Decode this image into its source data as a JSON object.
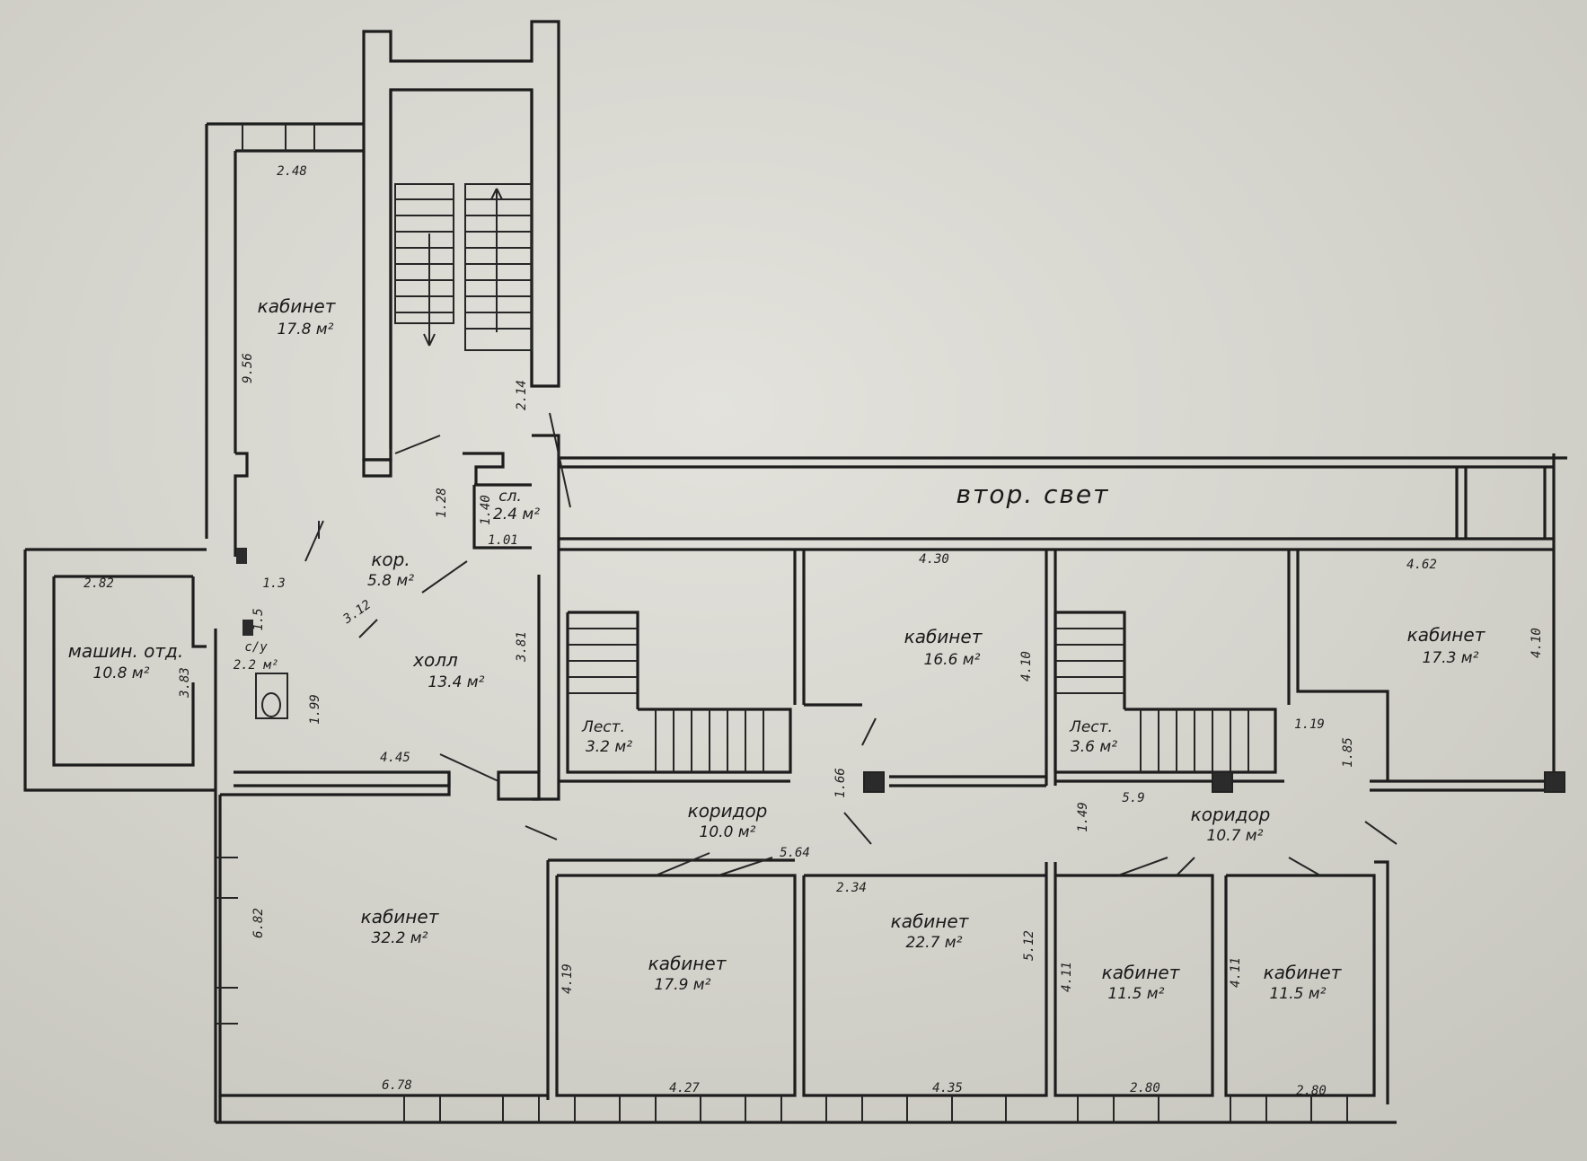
{
  "rooms": {
    "office_top": {
      "label": "кабинет",
      "area": "17.8 м²"
    },
    "storage_left": {
      "label": "машин. отд.",
      "area": "10.8 м²"
    },
    "corridor_small": {
      "label": "кор.",
      "area": "5.8 м²"
    },
    "wc_top": {
      "label": "сл.",
      "area": "2.4 м²"
    },
    "wc_small": {
      "label": "с/у",
      "area": "2.2 м²"
    },
    "hall": {
      "label": "холл",
      "area": "13.4 м²"
    },
    "second_light": {
      "label": "втор. свет"
    },
    "office_mid1": {
      "label": "кабинет",
      "area": "16.6 м²"
    },
    "office_mid2": {
      "label": "кабинет",
      "area": "17.3 м²"
    },
    "stair1": {
      "label": "Лест.",
      "area": "3.2 м²"
    },
    "stair2": {
      "label": "Лест.",
      "area": "3.6 м²"
    },
    "corridor1": {
      "label": "коридор",
      "area": "10.0 м²"
    },
    "corridor2": {
      "label": "коридор",
      "area": "10.7 м²"
    },
    "office_large": {
      "label": "кабинет",
      "area": "32.2 м²"
    },
    "office_b1": {
      "label": "кабинет",
      "area": "17.9 м²"
    },
    "office_b2": {
      "label": "кабинет",
      "area": "22.7 м²"
    },
    "office_b3": {
      "label": "кабинет",
      "area": "11.5 м²"
    },
    "office_b4": {
      "label": "кабинет",
      "area": "11.5 м²"
    }
  },
  "dimensions": {
    "d248": "2.48",
    "d956": "9.56",
    "d214": "2.14",
    "d128": "1.28",
    "d140": "1.40",
    "d101": "1.01",
    "d282": "2.82",
    "d13": "1.3",
    "d15": "1.5",
    "d312": "3.12",
    "d383": "3.83",
    "d199": "1.99",
    "d381": "3.81",
    "d445": "4.45",
    "d430": "4.30",
    "d410a": "4.10",
    "d462": "4.62",
    "d410b": "4.10",
    "d119": "1.19",
    "d185": "1.85",
    "d166": "1.66",
    "d59": "5.9",
    "d149": "1.49",
    "d564": "5.64",
    "d234": "2.34",
    "d682": "6.82",
    "d419": "4.19",
    "d512": "5.12",
    "d411a": "4.11",
    "d411b": "4.11",
    "d678": "6.78",
    "d427": "4.27",
    "d435": "4.35",
    "d280a": "2.80",
    "d280b": "2.80"
  }
}
